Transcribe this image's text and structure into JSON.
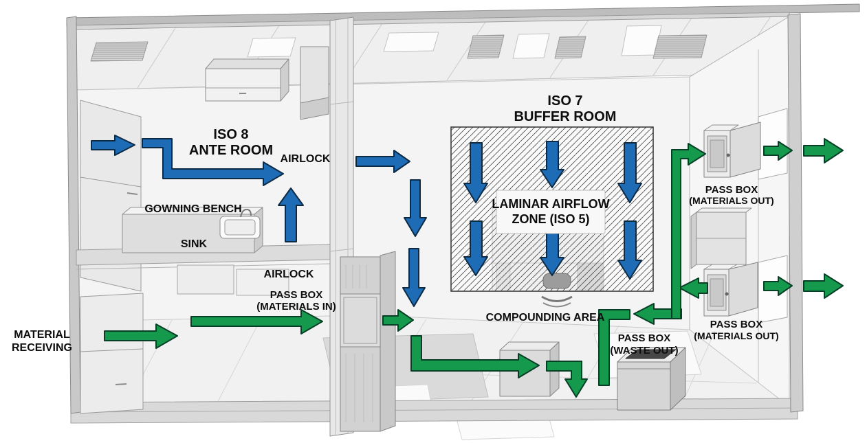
{
  "diagram": {
    "type": "cleanroom-airflow-floor-plan",
    "colors": {
      "personnel_arrow": "#1d6cb5",
      "personnel_outline": "#0d2a44",
      "material_arrow": "#14994d",
      "material_outline": "#073f26",
      "label_text": "#0d0d0d",
      "hatch_line": "#3c3c3c"
    },
    "rooms": {
      "ante_room": {
        "line1": "ISO 8",
        "line2": "ANTE ROOM"
      },
      "buffer_room": {
        "line1": "ISO 7",
        "line2": "BUFFER ROOM"
      },
      "laf_zone": {
        "line1": "LAMINAR AIRFLOW",
        "line2": "ZONE (ISO 5)"
      },
      "compounding_area": {
        "label": "COMPOUNDING AREA"
      },
      "material_receiving": {
        "line1": "MATERIAL",
        "line2": "RECEIVING"
      }
    },
    "fixtures": {
      "airlock_upper": {
        "label": "AIRLOCK"
      },
      "airlock_lower": {
        "label": "AIRLOCK"
      },
      "gowning_bench": {
        "label": "GOWNING BENCH"
      },
      "sink": {
        "label": "SINK"
      },
      "pass_box_materials_in": {
        "line1": "PASS BOX",
        "line2": "(MATERIALS IN)"
      },
      "pass_box_materials_out_upper": {
        "line1": "PASS BOX",
        "line2": "(MATERIALS OUT)"
      },
      "pass_box_materials_out_lower": {
        "line1": "PASS BOX",
        "line2": "(MATERIALS OUT)"
      },
      "pass_box_waste_out": {
        "line1": "PASS BOX",
        "line2": "(WASTE OUT)"
      }
    }
  }
}
